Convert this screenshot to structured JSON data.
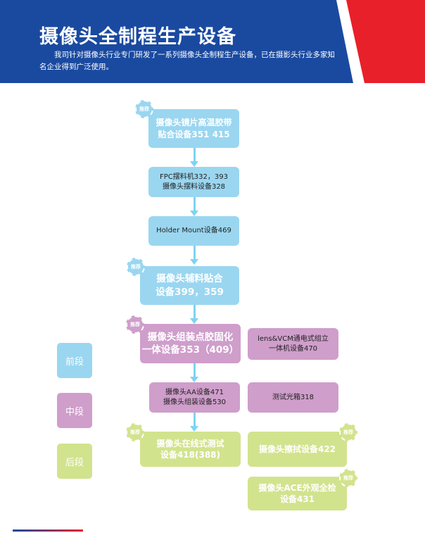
{
  "header": {
    "title": "摄像头全制程生产设备",
    "description": "我司针对摄像头行业专门研发了一系列摄像头全制程生产设备，已在摄影头行业多家知名企业得到广泛使用。"
  },
  "badge_label": "推荐",
  "stages": [
    {
      "label": "前段",
      "color": "#9ad6f0"
    },
    {
      "label": "中段",
      "color": "#cf9ecb"
    },
    {
      "label": "后段",
      "color": "#d2e38e"
    }
  ],
  "flow": {
    "n1": "摄像头镜片高温胶带贴合设备351 415",
    "n2_line1": "FPC摆料机332，393",
    "n2_line2": "摄像头摆料设备328",
    "n3": "Holder Mount设备469",
    "n4_line1": "摄像头辅料贴合",
    "n4_line2": "设备399，359",
    "n5_line1": "摄像头组装点胶固化",
    "n5_line2": "一体设备353（409）",
    "n5b_line1": "lens&VCM通电式组立",
    "n5b_line2": "一体机设备470",
    "n6_line1": "摄像头AA设备471",
    "n6_line2": "摄像头组装设备530",
    "n6b": "测试光箱318",
    "n7_line1": "摄像头在线式测试",
    "n7_line2": "设备418(388)",
    "n7b": "摄像头擦拭设备422",
    "n8_line1": "摄像头ACE外观全检",
    "n8_line2": "设备431"
  }
}
